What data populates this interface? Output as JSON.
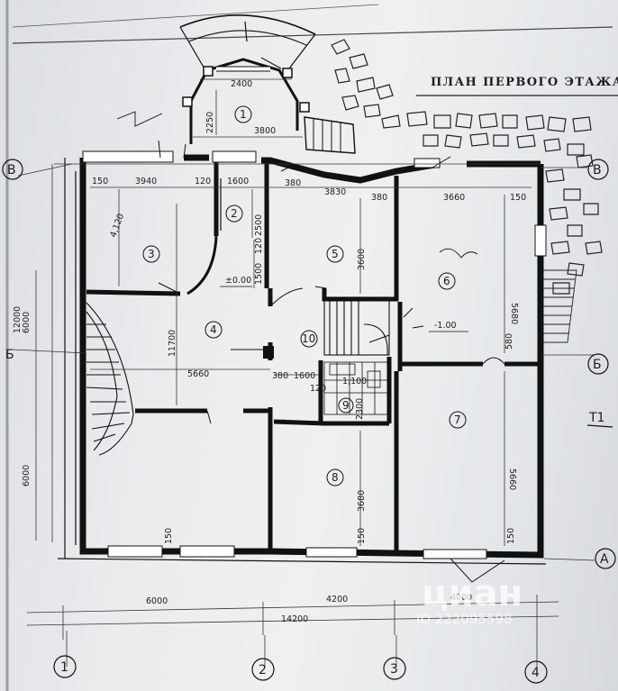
{
  "title": "ПЛАН ПЕРВОГО ЭТАЖА",
  "axes": {
    "top_left": "В",
    "top_right": "В",
    "mid_left": "Б",
    "mid_right": "Б",
    "bottom_right": "А",
    "bottom": [
      "1",
      "2",
      "3",
      "4"
    ]
  },
  "section_mark": "Т1",
  "rooms": [
    "1",
    "2",
    "3",
    "4",
    "5",
    "6",
    "7",
    "8",
    "9",
    "10"
  ],
  "level_marks": {
    "ground": "±0.00",
    "lower": "-1.00"
  },
  "dimensions": {
    "bay_top": "2400",
    "bay_depth": "2250",
    "bay_width": "3800",
    "d3940": "3940",
    "d120a": "120",
    "d1600a": "1600",
    "d380a": "380",
    "d3830": "3830",
    "d380b": "380",
    "d3660": "3660",
    "d150a": "150",
    "d150b": "150",
    "d4120": "4,120",
    "d2500": "2500",
    "d120b": "120",
    "d1500": "1500",
    "d3600": "3600",
    "d5680": "5680",
    "d11700": "11700",
    "d5660": "5660",
    "d380c": "380",
    "d1600b": "1600",
    "d580": "580",
    "d120c": "120",
    "d2300": "2300",
    "d1100": "1,100",
    "d3680": "3680",
    "d5660b": "5660",
    "d150c": "150",
    "d150d": "150",
    "d150e": "150",
    "d6000v": "6000",
    "d12000": "12000",
    "d6000v2": "6000",
    "d6000h": "6000",
    "d4200": "4200",
    "d4000": "4000",
    "d14200": "14200"
  },
  "watermark": {
    "brand": "циан",
    "id": "ID 222095598"
  }
}
